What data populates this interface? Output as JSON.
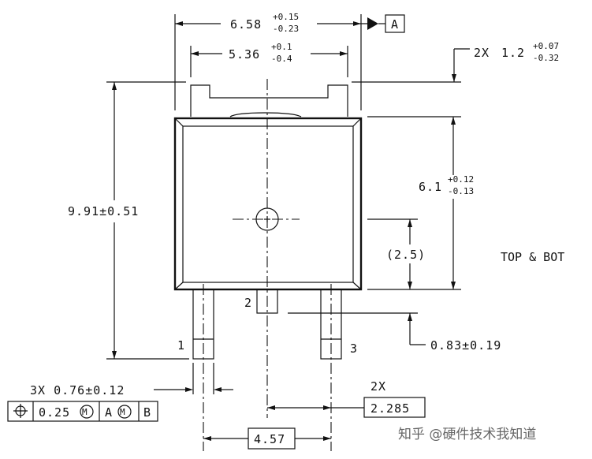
{
  "dimensions": {
    "overall_width": {
      "nominal": "6.58",
      "plus": "+0.15",
      "minus": "-0.23"
    },
    "tab_width": {
      "nominal": "5.36",
      "plus": "+0.1",
      "minus": "-0.4"
    },
    "tab_height": {
      "prefix": "2X",
      "nominal": "1.2",
      "plus": "+0.07",
      "minus": "-0.32"
    },
    "total_height": "9.91±0.51",
    "body_height": {
      "nominal": "6.1",
      "plus": "+0.12",
      "minus": "-0.13"
    },
    "center_offset": "(2.5)",
    "lead_length": "0.83±0.19",
    "lead_width": "3X 0.76±0.12",
    "lead_pitch_count": "2X",
    "lead_pitch": "2.285",
    "outer_lead_spacing": "4.57"
  },
  "datum": "A",
  "view_label": "TOP & BOT",
  "pins": [
    "1",
    "2",
    "3"
  ],
  "tolerance_frame": {
    "symbol": "⌖",
    "value": "0.25",
    "modifier": "Ⓜ",
    "datum_a": "A",
    "datum_b": "B"
  },
  "watermark": "知乎 @硬件技术我知道"
}
